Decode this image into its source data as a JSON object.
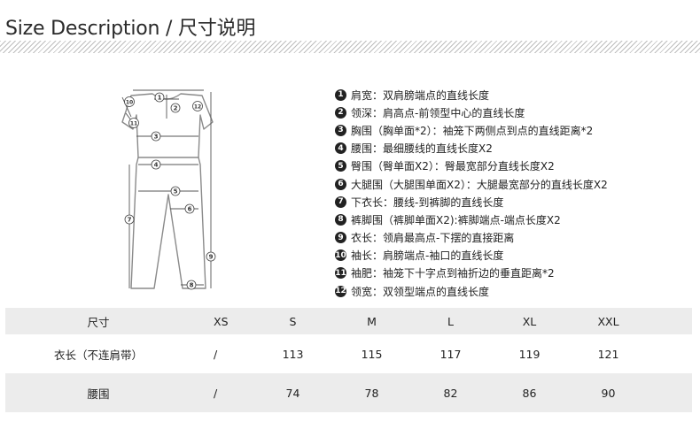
{
  "header": {
    "title": "Size Description / 尺寸说明"
  },
  "legend": [
    {
      "num": "1",
      "text": "肩宽：双肩膀端点的直线长度"
    },
    {
      "num": "2",
      "text": "领深：肩高点-前领型中心的直线长度"
    },
    {
      "num": "3",
      "text": "胸围（胸单面*2）：袖笼下两侧点到点的直线距离*2"
    },
    {
      "num": "4",
      "text": "腰围：最细腰线的直线长度X2"
    },
    {
      "num": "5",
      "text": "臀围（臀单面X2）：臀最宽部分直线长度X2"
    },
    {
      "num": "6",
      "text": "大腿围（大腿围单面X2）：大腿最宽部分的直线长度X2"
    },
    {
      "num": "7",
      "text": "下衣长：腰线-到裤脚的直线长度"
    },
    {
      "num": "8",
      "text": "裤脚围（裤脚单面X2):裤脚端点-端点长度X2"
    },
    {
      "num": "9",
      "text": "衣长：领肩最高点-下摆的直接距离"
    },
    {
      "num": "10",
      "text": "袖长：肩膀端点-袖口的直线长度"
    },
    {
      "num": "11",
      "text": "袖肥：袖笼下十字点到袖折边的垂直距离*2"
    },
    {
      "num": "12",
      "text": "领宽：双领型端点的直线长度"
    }
  ],
  "figure_labels": [
    "1",
    "2",
    "3",
    "4",
    "5",
    "6",
    "7",
    "8",
    "9",
    "10",
    "11",
    "12"
  ],
  "size_table": {
    "headers": [
      "尺寸",
      "XS",
      "S",
      "M",
      "L",
      "XL",
      "XXL"
    ],
    "rows": [
      [
        "衣长（不连肩带）",
        "/",
        "113",
        "115",
        "117",
        "119",
        "121"
      ],
      [
        "腰围",
        "/",
        "74",
        "78",
        "82",
        "86",
        "90"
      ]
    ]
  }
}
